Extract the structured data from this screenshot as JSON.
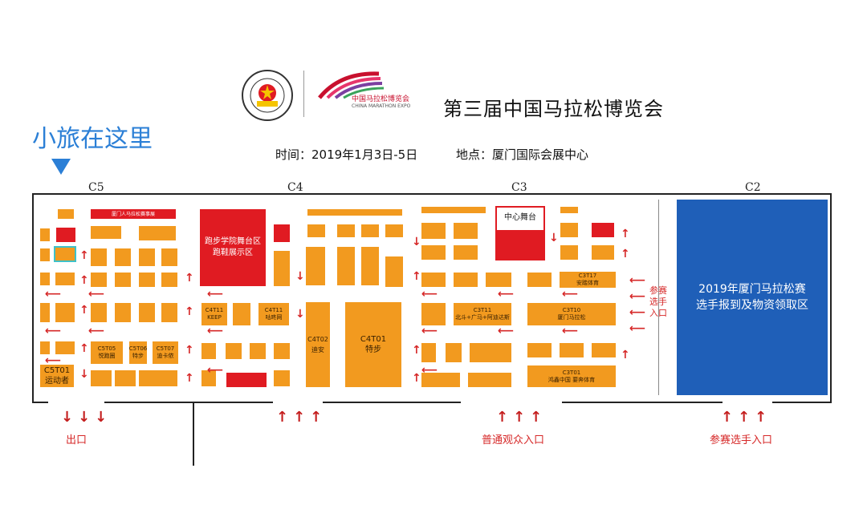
{
  "header": {
    "caa_logo": "CHINESE ATHLETIC ASSOCIATION 中国田径协会",
    "expo_logo_cn": "中国马拉松博览会",
    "expo_logo_en": "CHINA MARATHON EXPO",
    "title": "第三届中国马拉松博览会",
    "time": "时间：2019年1月3日-5日",
    "place": "地点：厦门国际会展中心"
  },
  "marker": {
    "label": "小旅在这里"
  },
  "halls": {
    "c5": "C5",
    "c4": "C4",
    "c3": "C3",
    "c2": "C2"
  },
  "areas": {
    "running_stage": "跑步学院舞台区\n跑鞋展示区",
    "center_stage": "中心舞台",
    "registration": "2019年厦门马拉松赛\n选手报到及物资领取区",
    "side_entry": "参赛\n选手\n入口"
  },
  "booths": {
    "c4t01": "C4T01\n特步",
    "c4t02": "C4T02\n迪安",
    "c4t11": "C4T11\nKEEP",
    "c4t14": "C4T11\n咕咚网",
    "c3t10": "C3T10\n厦门马拉松",
    "c3t11": "C3T11\n北斗+广马+阿迪达斯",
    "c3t17": "C3T17\n安踏体育",
    "c3t01": "C3T01\n鸿鑫中国 要奔体育",
    "c5t01": "C5T01\n运动者",
    "c5t05": "C5T05\n悦跑圈",
    "c5t06": "C5T06\n特步",
    "c5t07": "C5T07\n迪卡侬",
    "red_top": "厦门人马拉松赛事展"
  },
  "entrances": {
    "exit": "出口",
    "public": "普通观众入口",
    "runner": "参赛选手入口"
  },
  "colors": {
    "booth": "#f29a1f",
    "highlight": "#e01b22",
    "registration": "#1f5fb8",
    "marker": "#2b7fd6",
    "arrow": "#d62828"
  }
}
